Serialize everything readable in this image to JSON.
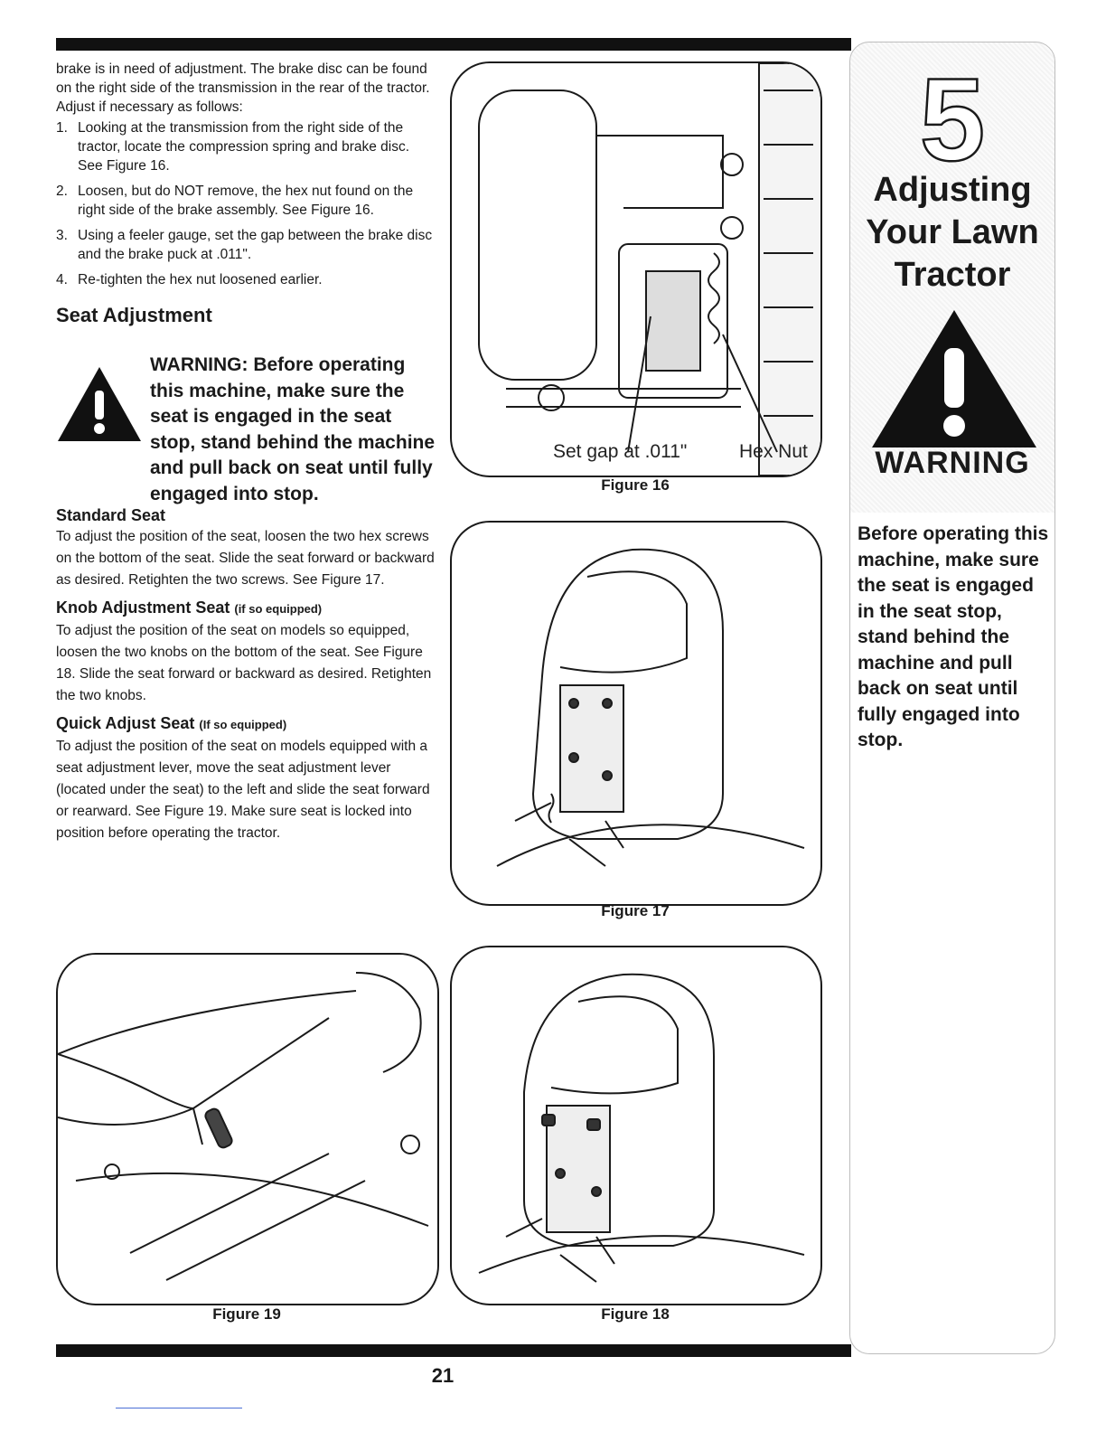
{
  "intro": {
    "paragraph": "brake is in need of adjustment. The brake disc can be found on the right side of the transmission in the rear of the tractor. Adjust if necessary as follows:",
    "steps": [
      {
        "num": "1.",
        "text": "Looking at the transmission from the right side of the tractor, locate the compression spring and brake disc. See Figure 16."
      },
      {
        "num": "2.",
        "text": "Loosen, but do NOT remove, the hex nut found on the right side of the brake assembly. See Figure 16."
      },
      {
        "num": "3.",
        "text": "Using a feeler gauge, set the gap between the brake disc and the brake puck at .011\"."
      },
      {
        "num": "4.",
        "text": "Re-tighten the hex nut loosened earlier."
      }
    ]
  },
  "seat_adjustment": {
    "heading": "Seat Adjustment",
    "warning": "WARNING: Before operating this machine, make sure the seat is engaged in the seat stop, stand behind the machine and pull back on seat until fully engaged into stop.",
    "standard": {
      "title": "Standard Seat",
      "text": "To adjust the position of the seat, loosen the two hex screws on the bottom of the seat. Slide the seat forward or backward as desired. Retighten the two screws. See Figure 17."
    },
    "knob": {
      "title": "Knob Adjustment Seat",
      "note": "(if so equipped)",
      "text": "To adjust the position of the seat on models so equipped, loosen the two knobs on the bottom of the seat. See Figure 18. Slide the seat forward or backward as desired. Retighten the two knobs."
    },
    "quick": {
      "title": "Quick Adjust Seat",
      "note": "(If so equipped)",
      "text": "To adjust the position of the seat on models equipped with a seat adjustment lever, move the seat adjustment lever (located under the seat) to the left and slide the seat forward or rearward. See Figure 19. Make sure seat is locked into position before operating the tractor."
    }
  },
  "figures": {
    "fig16": {
      "caption": "Figure 16",
      "label_gap": "Set gap at .011\"",
      "label_nut": "Hex Nut"
    },
    "fig17": {
      "caption": "Figure 17"
    },
    "fig18": {
      "caption": "Figure 18"
    },
    "fig19": {
      "caption": "Figure 19"
    }
  },
  "sidebar": {
    "chapter_number": "5",
    "title_lines": [
      "Adjusting",
      "Your Lawn",
      "Tractor"
    ],
    "warning_label": "WARNING",
    "warning_text": "Before operating this machine, make sure the seat is engaged in the seat stop, stand behind the machine and pull back on seat until fully engaged into stop."
  },
  "page_number": "21"
}
